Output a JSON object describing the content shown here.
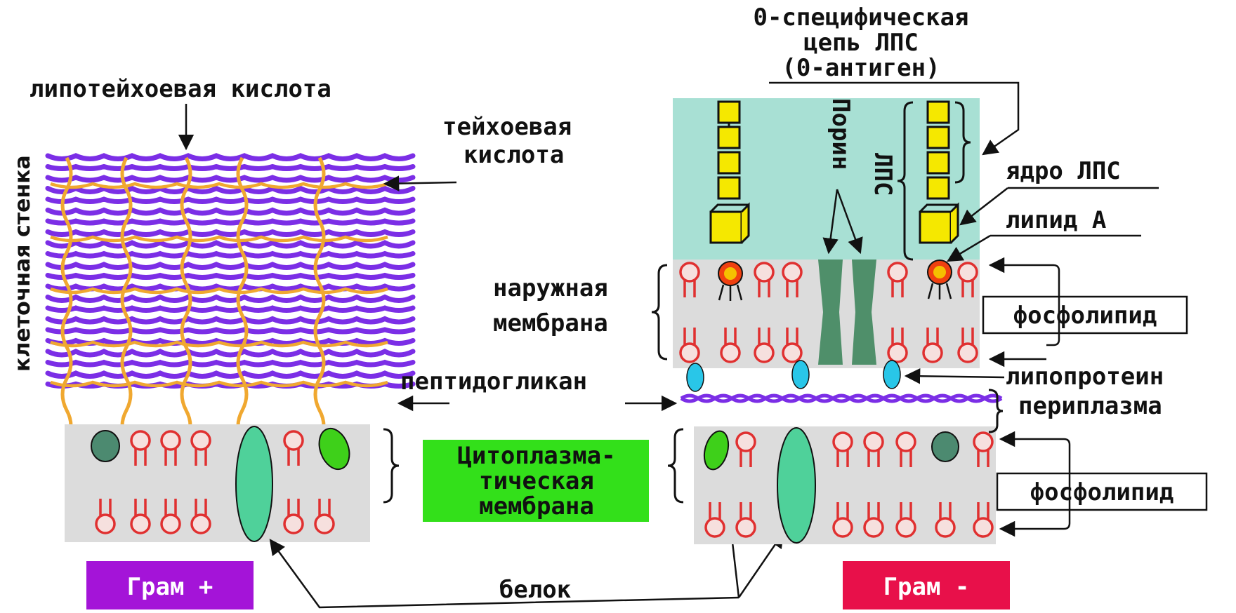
{
  "labels": {
    "lipoteichoic": "липотейхоевая кислота",
    "teichoic_1": "тейхоевая",
    "teichoic_2": "кислота",
    "cell_wall": "клеточная стенка",
    "o_chain_1": "0-специфическая",
    "o_chain_2": "цепь ЛПС",
    "o_chain_3": "(0-антиген)",
    "porin": "Порин",
    "lps": "ЛПС",
    "lps_core": "ядро ЛПС",
    "lipid_a": "липид А",
    "outer_membrane_1": "наружная",
    "outer_membrane_2": "мембрана",
    "phospholipid_top": "фосфолипид",
    "peptidoglycan": "пептидогликан",
    "lipoprotein": "липопротеин",
    "periplasm": "периплазма",
    "cytoplasmic_1": "Цитоплазма-",
    "cytoplasmic_2": "тическая",
    "cytoplasmic_3": "мембрана",
    "phospholipid_bottom": "фосфолипид",
    "protein": "белок",
    "gram_pos": "Грам +",
    "gram_neg": "Грам -"
  },
  "colors": {
    "peptidoglycan": "#7b2ee6",
    "teichoic": "#f0a830",
    "membrane_bg": "#dcdcdc",
    "phospholipid": "#e03030",
    "lps_bg": "#a8e0d4",
    "o_antigen": "#f5e800",
    "porin": "#4f8f6a",
    "lipoprotein": "#29c6e8",
    "protein_large": "#4fd19a",
    "protein_green": "#3ed01a",
    "protein_dark": "#4c8a70",
    "cytoplasmic_box": "#33e01a",
    "gram_pos": "#a414d8",
    "gram_neg": "#e8104a"
  }
}
